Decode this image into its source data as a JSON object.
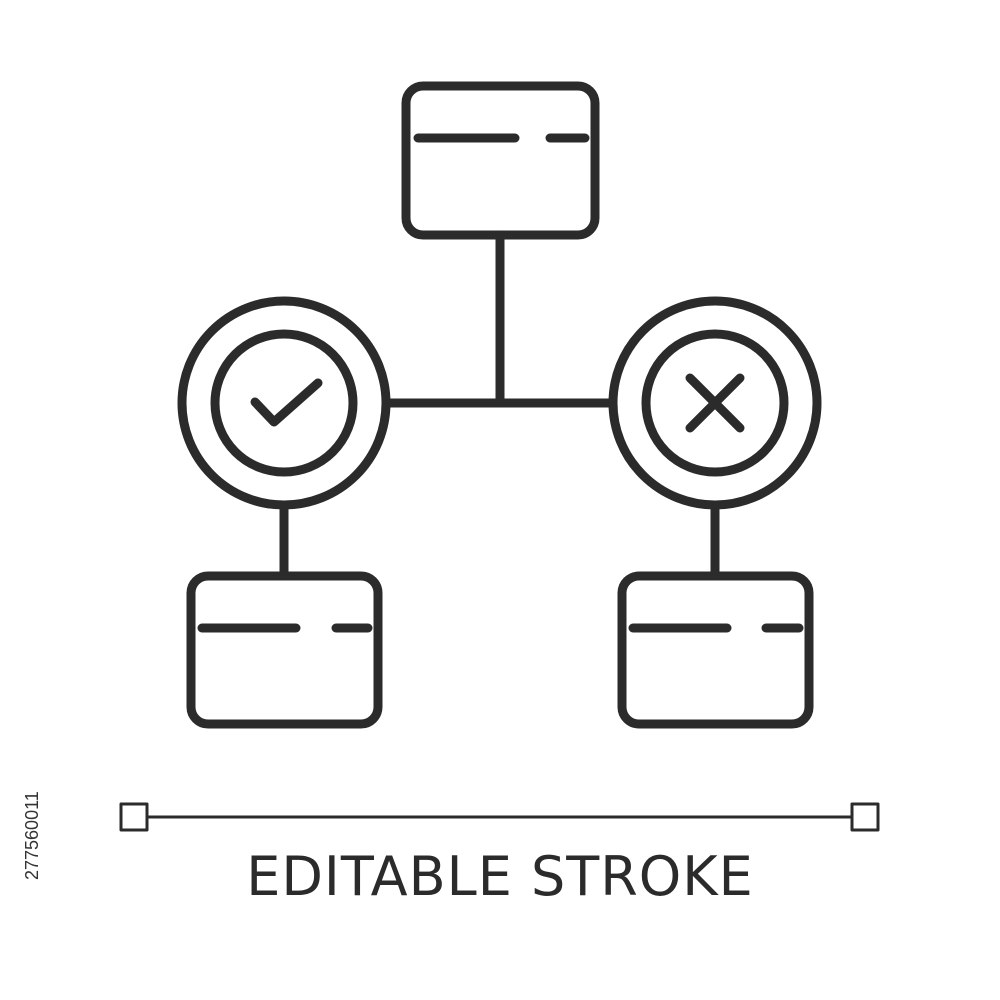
{
  "icon": {
    "name": "decision-flowchart-icon",
    "stroke_color": "#2b2b2b",
    "nodes": [
      {
        "id": "top-box",
        "type": "box"
      },
      {
        "id": "approve-node",
        "type": "circle",
        "symbol": "checkmark-icon"
      },
      {
        "id": "reject-node",
        "type": "circle",
        "symbol": "cross-icon"
      },
      {
        "id": "left-box",
        "type": "box"
      },
      {
        "id": "right-box",
        "type": "box"
      }
    ]
  },
  "caption": "EDITABLE STROKE",
  "stock_id": "277560011"
}
